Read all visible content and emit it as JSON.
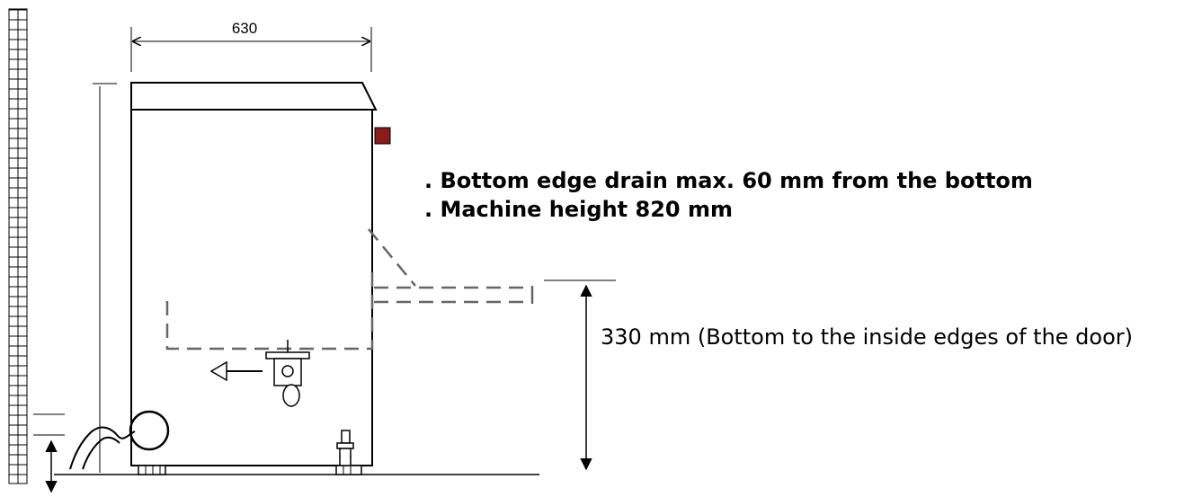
{
  "dimensions": {
    "width_label": "630"
  },
  "notes": {
    "bottom_edge_drain": ". Bottom edge drain max. 60 mm from the bottom",
    "machine_height": ". Machine height 820 mm"
  },
  "door_height_label": "330 mm (Bottom to the inside edges of the door)",
  "colors": {
    "line": "#000000",
    "dashed": "#888888",
    "accent_red": "#8b1a1a"
  }
}
